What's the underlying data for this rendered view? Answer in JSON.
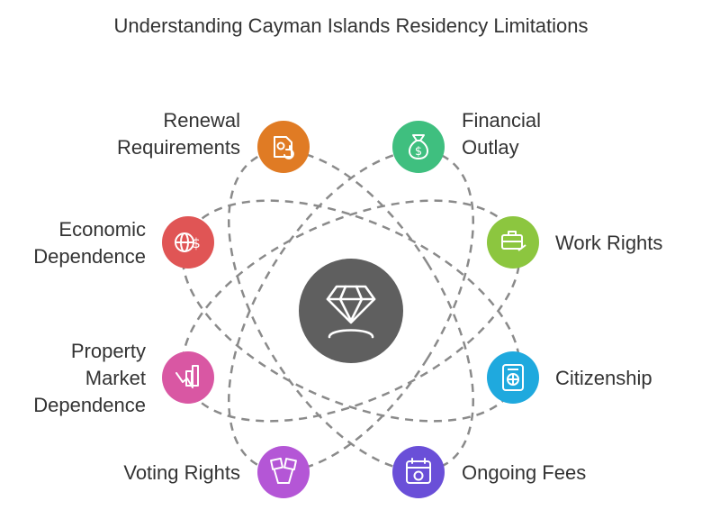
{
  "title": "Understanding Cayman Islands Residency Limitations",
  "center": {
    "icon": "diamond-person-icon",
    "color": "#5f5f5f"
  },
  "items": [
    {
      "id": "renewal",
      "lines": [
        "Renewal",
        "Requirements"
      ],
      "icon": "document-refresh-icon",
      "color": "#e07b24"
    },
    {
      "id": "financial",
      "lines": [
        "Financial",
        "Outlay"
      ],
      "icon": "money-bag-icon",
      "color": "#3fbf7f"
    },
    {
      "id": "economic",
      "lines": [
        "Economic",
        "Dependence"
      ],
      "icon": "globe-dollar-icon",
      "color": "#e05555"
    },
    {
      "id": "work",
      "lines": [
        "Work Rights"
      ],
      "icon": "briefcase-icon",
      "color": "#8cc63f"
    },
    {
      "id": "property",
      "lines": [
        "Property",
        "Market",
        "Dependence"
      ],
      "icon": "chart-down-icon",
      "color": "#d957a3"
    },
    {
      "id": "citizen",
      "lines": [
        "Citizenship"
      ],
      "icon": "passport-icon",
      "color": "#1fa9de"
    },
    {
      "id": "voting",
      "lines": [
        "Voting Rights"
      ],
      "icon": "ballot-hands-icon",
      "color": "#b456d6"
    },
    {
      "id": "fees",
      "lines": [
        "Ongoing Fees"
      ],
      "icon": "calendar-icon",
      "color": "#6a4fd8"
    }
  ]
}
